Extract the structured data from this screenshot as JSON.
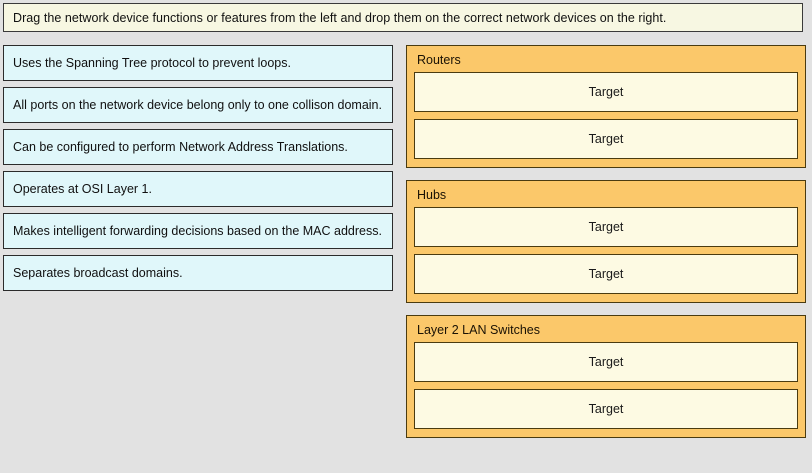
{
  "banner": {
    "instruction": "Drag the network device functions or features from the left and drop them on the correct network devices on the right."
  },
  "colors": {
    "page_background": "#e2e2e2",
    "banner_background": "#f7f7e2",
    "source_item_background": "#e0f7fa",
    "group_background": "#fbc86a",
    "target_background": "#fdfae3",
    "border": "#2b2b2b",
    "group_border": "#4a3b10"
  },
  "source_panel": {
    "items": [
      {
        "label": "Uses the Spanning Tree protocol to prevent loops."
      },
      {
        "label": "All ports on the network device belong only to one collison domain."
      },
      {
        "label": "Can be configured to perform Network Address Translations."
      },
      {
        "label": "Operates at OSI Layer 1."
      },
      {
        "label": "Makes intelligent forwarding decisions based on the MAC address."
      },
      {
        "label": "Separates broadcast domains."
      }
    ]
  },
  "target_panel": {
    "groups": [
      {
        "title": "Routers",
        "targets": [
          {
            "label": "Target"
          },
          {
            "label": "Target"
          }
        ]
      },
      {
        "title": "Hubs",
        "targets": [
          {
            "label": "Target"
          },
          {
            "label": "Target"
          }
        ]
      },
      {
        "title": "Layer 2 LAN Switches",
        "targets": [
          {
            "label": "Target"
          },
          {
            "label": "Target"
          }
        ]
      }
    ]
  }
}
